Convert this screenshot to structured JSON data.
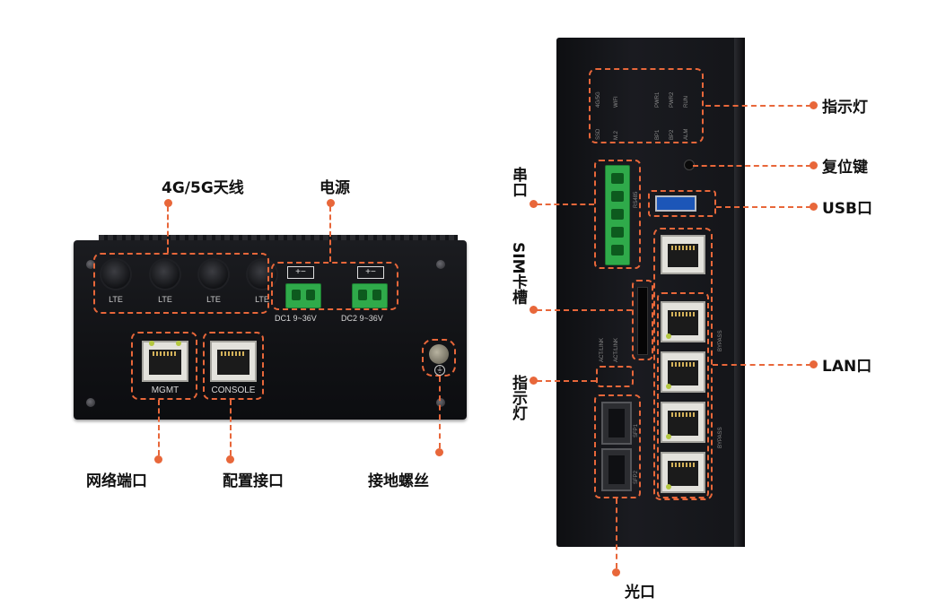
{
  "left_device": {
    "antenna_labels": [
      "LTE",
      "LTE",
      "LTE",
      "LTE"
    ],
    "power": {
      "dc1_label": "DC1  9~36V",
      "dc2_label": "DC2  9~36V",
      "polarity": "+−"
    },
    "ports": {
      "mgmt_label": "MGMT",
      "console_label": "CONSOLE"
    }
  },
  "left_callouts": {
    "antenna": "4G/5G天线",
    "power": "电源",
    "network_port": "网络端口",
    "config_port": "配置接口",
    "ground_screw": "接地螺丝"
  },
  "right_device": {
    "led_labels_left": [
      "4G/5G",
      "WIFI",
      "SSD",
      "M.2"
    ],
    "led_labels_right": [
      "PWR1",
      "PWR2",
      "RUN",
      "BP1",
      "BP2",
      "ALM"
    ],
    "serial_label": "RS485",
    "actlink_labels": [
      "ACT/LINK",
      "ACT/LINK"
    ],
    "bypass_labels": [
      "BYPASS",
      "BYPASS"
    ],
    "sfp_labels": [
      "SFP1",
      "SFP2"
    ]
  },
  "right_callouts": {
    "indicator_top": "指示灯",
    "reset": "复位键",
    "usb": "USB口",
    "serial": "串口",
    "sim": "SIM卡槽",
    "lan": "LAN口",
    "indicator_side": "指示灯",
    "optical": "光口"
  },
  "colors": {
    "accent": "#e8673a",
    "device_body": "#121316",
    "terminal_green": "#2faa4a"
  }
}
